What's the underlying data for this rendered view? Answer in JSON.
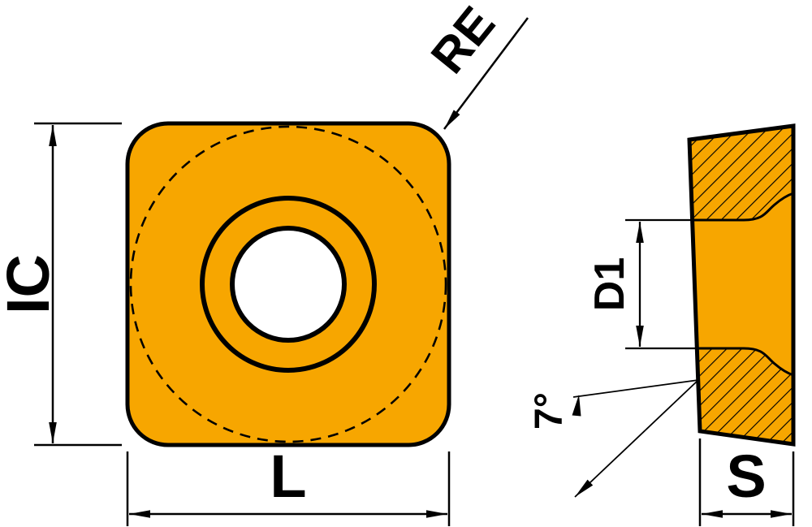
{
  "drawing": {
    "kind": "indexable-insert-dimension-drawing",
    "labels": {
      "inscribed_circle": "IC",
      "length": "L",
      "corner_radius": "RE",
      "hole_diameter": "D1",
      "clearance_angle": "7°",
      "thickness": "S"
    }
  },
  "colors": {
    "insert": "#F7A600",
    "line": "#000000",
    "hole": "#FFFFFF",
    "background": "#FFFFFF"
  }
}
